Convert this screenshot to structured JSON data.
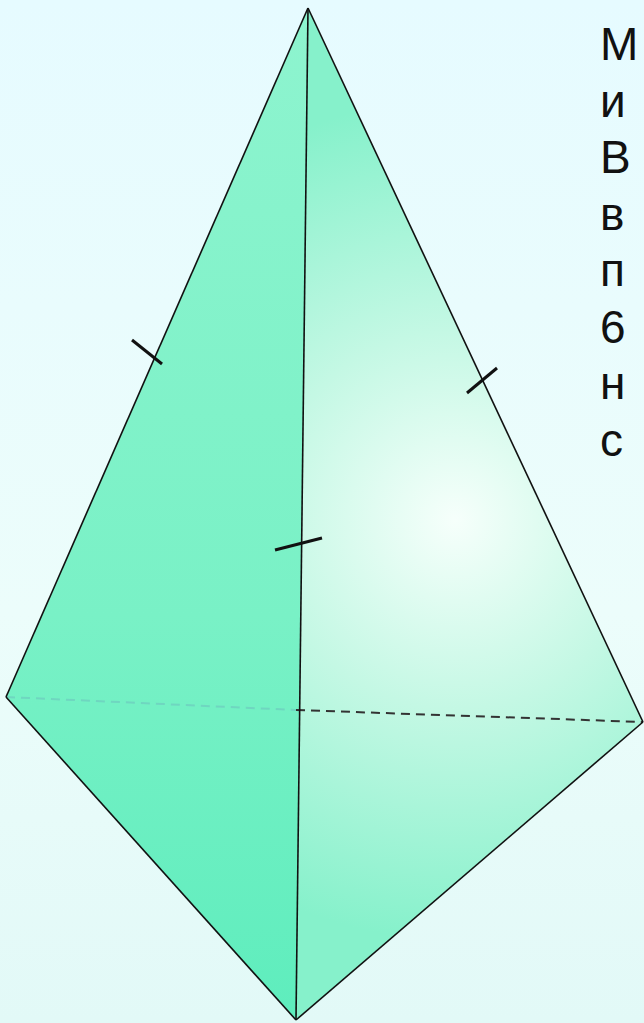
{
  "diagram": {
    "labels": [
      "М",
      "и",
      "В",
      "в",
      "п",
      "6",
      "н",
      "с"
    ]
  }
}
